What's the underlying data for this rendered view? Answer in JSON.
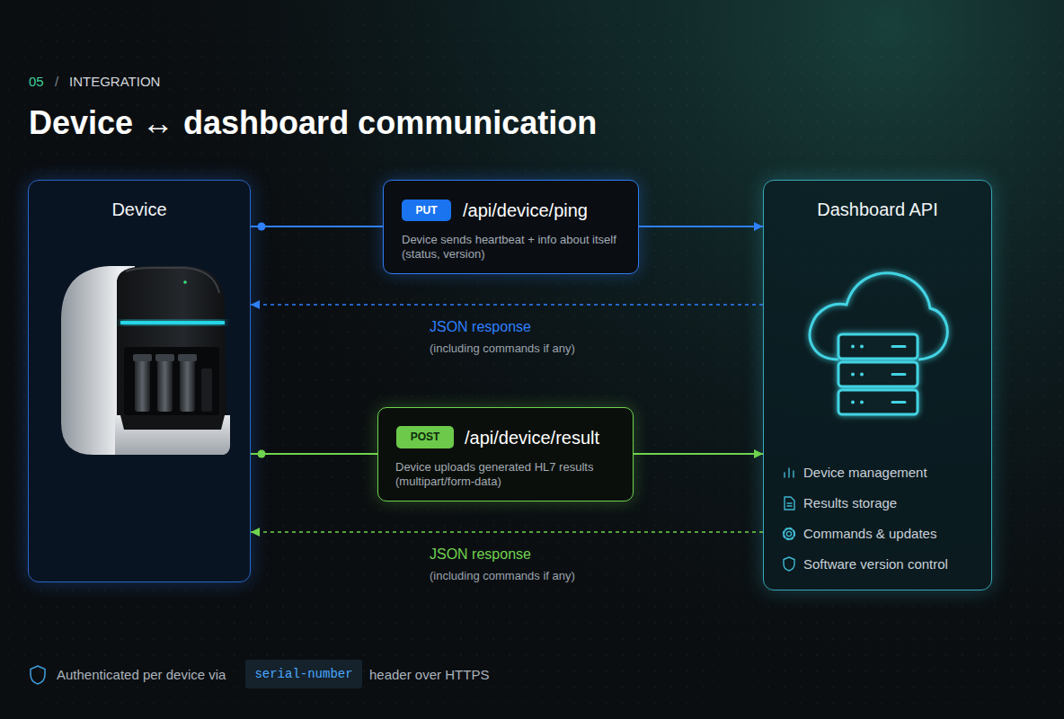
{
  "diagram": {
    "title": "Device ↔ dashboard communication",
    "nodes": [
      {
        "text": [
          "Device"
        ]
      },
      {
        "text": [
          "/api/device/ping",
          "Device sends heartbeat + info about itself (status, version)"
        ]
      },
      {
        "text": [
          "PUT"
        ],
        "in": 1
      },
      {
        "text": [
          "Dashboard API",
          "Device management",
          "Results storage",
          "Commands & updates",
          "Software version control"
        ]
      },
      {
        "text": [
          "/api/device/result",
          "Device uploads generated HL7 results (multipart/form-data)"
        ]
      },
      {
        "text": [
          "POST"
        ],
        "in": 4
      }
    ],
    "edges": [
      {
        "from": 0,
        "to": 1,
        "arrow": "none"
      },
      {
        "from": 1,
        "to": 3,
        "arrow": "to"
      },
      {
        "from": 3,
        "to": 0,
        "arrow": "to",
        "label": "JSON response"
      },
      {
        "from": 0,
        "to": 4,
        "arrow": "none"
      },
      {
        "from": 4,
        "to": 3,
        "arrow": "to"
      },
      {
        "from": 3,
        "to": 0,
        "arrow": "to",
        "label": "JSON response"
      }
    ],
    "labels": [
      "05",
      "/",
      "INTEGRATION",
      "(including commands if any)",
      "(including commands if any)",
      "Authenticated per device via",
      "serial-number",
      "header over HTTPS"
    ]
  }
}
